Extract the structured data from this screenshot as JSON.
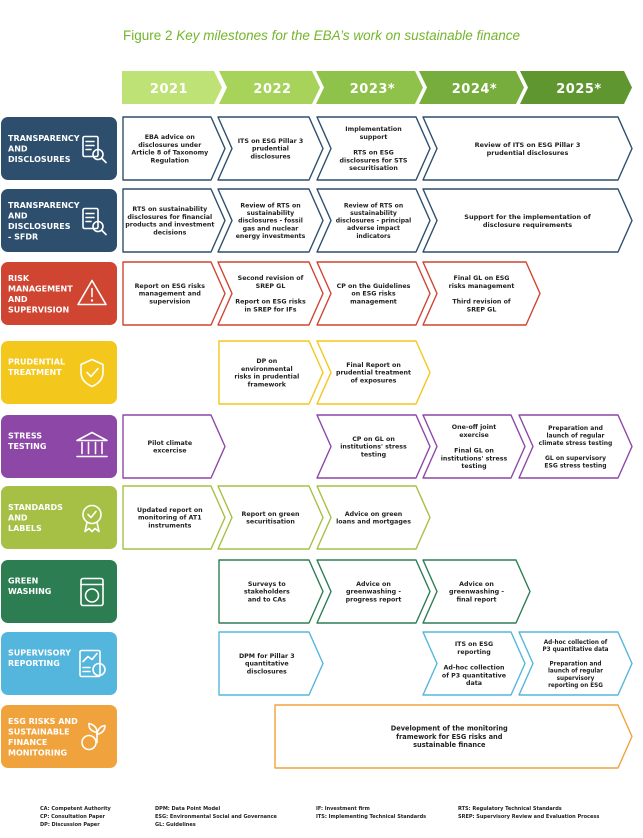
{
  "title_lead": "Figure 2 ",
  "title_rest": "Key milestones for the EBA’s work on sustainable finance",
  "years": [
    {
      "label": "2021",
      "color": "#bfe276"
    },
    {
      "label": "2022",
      "color": "#a7d35a"
    },
    {
      "label": "2023*",
      "color": "#8fc24a"
    },
    {
      "label": "2024*",
      "color": "#77ad3c"
    },
    {
      "label": "2025*",
      "color": "#5f962f"
    }
  ],
  "rows": [
    {
      "name": "transparency",
      "label": [
        "TRANSPARENCY",
        "AND",
        "DISCLOSURES"
      ],
      "color": "#2d4f6d",
      "icon": "document-magnifier-icon",
      "items": [
        {
          "lines": [
            "EBA advice on",
            "disclosures under",
            "Article 8 of Taxonomy",
            "Regulation"
          ]
        },
        {
          "lines": [
            "ITS on ESG Pillar 3",
            "prudential",
            "disclosures"
          ]
        },
        {
          "lines": [
            "Implementation",
            "support",
            "",
            "RTS on ESG",
            "disclosures for STS",
            "securitisation"
          ]
        },
        {
          "lines": [
            "Review of ITS on ESG Pillar 3",
            "prudential disclosures"
          ]
        }
      ]
    },
    {
      "name": "sfdr",
      "label": [
        "TRANSPARENCY",
        "AND",
        "DISCLOSURES",
        "- SFDR"
      ],
      "color": "#2d4f6d",
      "icon": "document-magnifier-icon",
      "items": [
        {
          "lines": [
            "RTS on sustainability",
            "disclosures for financial",
            "products and investment",
            "decisions"
          ]
        },
        {
          "lines": [
            "Review of RTS on",
            "sustainability",
            "disclosures - fossil",
            "gas and nuclear",
            "energy investments"
          ]
        },
        {
          "lines": [
            "Review of RTS on",
            "sustainability",
            "disclosures - principal",
            "adverse impact",
            "indicators"
          ]
        },
        {
          "lines": [
            "Support for the implementation of",
            "disclosure requirements"
          ]
        }
      ]
    },
    {
      "name": "risk",
      "label": [
        "RISK",
        "MANAGEMENT",
        "AND",
        "SUPERVISION"
      ],
      "color": "#cf4532",
      "icon": "warning-icon",
      "items": [
        {
          "lines": [
            "Report on ESG risks",
            "management and",
            "supervision"
          ]
        },
        {
          "lines": [
            "Second revision of",
            "SREP GL",
            "",
            "Report on ESG risks",
            "in SREP for IFs"
          ]
        },
        {
          "lines": [
            "CP on the Guidelines",
            "on ESG risks",
            "management"
          ]
        },
        {
          "lines": [
            "Final GL on ESG",
            "risks management",
            "",
            "Third revision of",
            "SREP GL"
          ]
        }
      ]
    },
    {
      "name": "prudential",
      "label": [
        "PRUDENTIAL",
        "TREATMENT"
      ],
      "color": "#f3c71b",
      "icon": "shield-check-icon",
      "items": [
        {
          "lines": [
            "DP on",
            "environmental",
            "risks in prudential",
            "framework"
          ]
        },
        {
          "lines": [
            "Final Report on",
            "prudential treatment",
            "of exposures"
          ]
        }
      ]
    },
    {
      "name": "stress",
      "label": [
        "STRESS",
        "TESTING"
      ],
      "color": "#8d47a7",
      "icon": "bank-icon",
      "items": [
        {
          "lines": [
            "Pilot climate",
            "excercise"
          ]
        },
        {
          "lines": [
            "CP on GL on",
            "institutions' stress",
            "testing"
          ]
        },
        {
          "lines": [
            "One-off joint",
            "exercise",
            "",
            "Final GL on",
            "institutions' stress",
            "testing"
          ]
        },
        {
          "lines": [
            "Preparation and",
            "launch of regular",
            "climate stress testing",
            "",
            "GL on supervisory",
            "ESG stress testing"
          ]
        }
      ]
    },
    {
      "name": "standards",
      "label": [
        "STANDARDS",
        "AND",
        "LABELS"
      ],
      "color": "#a6c046",
      "icon": "badge-check-icon",
      "items": [
        {
          "lines": [
            "Updated report on",
            "monitoring of AT1",
            "instruments"
          ]
        },
        {
          "lines": [
            "Report on green",
            "securitisation"
          ]
        },
        {
          "lines": [
            "Advice on green",
            "loans and mortgages"
          ]
        }
      ]
    },
    {
      "name": "greenwashing",
      "label": [
        "GREEN",
        "WASHING"
      ],
      "color": "#2d7d53",
      "icon": "washing-machine-icon",
      "items": [
        {
          "lines": [
            "Surveys to",
            "stakeholders",
            "and to CAs"
          ]
        },
        {
          "lines": [
            "Advice on",
            "greenwashing -",
            "progress report"
          ]
        },
        {
          "lines": [
            "Advice on",
            "greenwashing -",
            "final report"
          ]
        }
      ]
    },
    {
      "name": "supervisory",
      "label": [
        "SUPERVISORY",
        "REPORTING"
      ],
      "color": "#55b6dd",
      "icon": "report-chart-icon",
      "items": [
        {
          "lines": [
            "DPM for Pillar 3",
            "quantitative",
            "disclosures"
          ]
        },
        {
          "lines": [
            "ITS on ESG",
            "reporting",
            "",
            "Ad-hoc collection",
            "of P3 quantitative",
            "data"
          ]
        },
        {
          "lines": [
            "Ad-hoc collection of",
            "P3 quantitative data",
            "",
            "Preparation and",
            "launch of regular",
            "supervisory",
            "reporting on ESG"
          ]
        }
      ]
    },
    {
      "name": "esg",
      "label": [
        "ESG RISKS AND",
        "SUSTAINABLE",
        "FINANCE",
        "MONITORING"
      ],
      "color": "#f0a33d",
      "icon": "plant-coin-icon",
      "items": [
        {
          "lines": [
            "Development of the monitoring",
            "framework for ESG risks and",
            "sustainable finance"
          ]
        }
      ]
    }
  ],
  "legend": [
    [
      "CA: Competent Authority",
      "CP: Consultation Paper",
      "DP: Discussion Paper"
    ],
    [
      "DPM: Data Point Model",
      "ESG: Environmental Social and Governance",
      "GL: Guidelines"
    ],
    [
      "IF: Investment firm",
      "ITS: Implementing Technical Standards"
    ],
    [
      "RTS: Regulatory Technical Standards",
      "SREP: Supervisory Review and Evaluation Process"
    ]
  ]
}
